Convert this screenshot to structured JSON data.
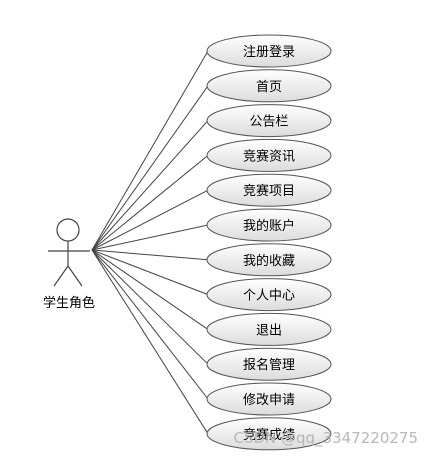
{
  "actor": {
    "name": "学生角色",
    "icon": "stick-figure-actor-icon"
  },
  "use_cases": [
    {
      "label": "注册登录"
    },
    {
      "label": "首页"
    },
    {
      "label": "公告栏"
    },
    {
      "label": "竞赛资讯"
    },
    {
      "label": "竞赛项目"
    },
    {
      "label": "我的账户"
    },
    {
      "label": "我的收藏"
    },
    {
      "label": "个人中心"
    },
    {
      "label": "退出"
    },
    {
      "label": "报名管理"
    },
    {
      "label": "修改申请"
    },
    {
      "label": "竞赛成绩"
    }
  ],
  "watermark": "CSDN @qq_3347220275",
  "colors": {
    "ellipse_fill_top": "#ffffff",
    "ellipse_fill_bottom": "#dcdcdc",
    "line": "#444444"
  }
}
